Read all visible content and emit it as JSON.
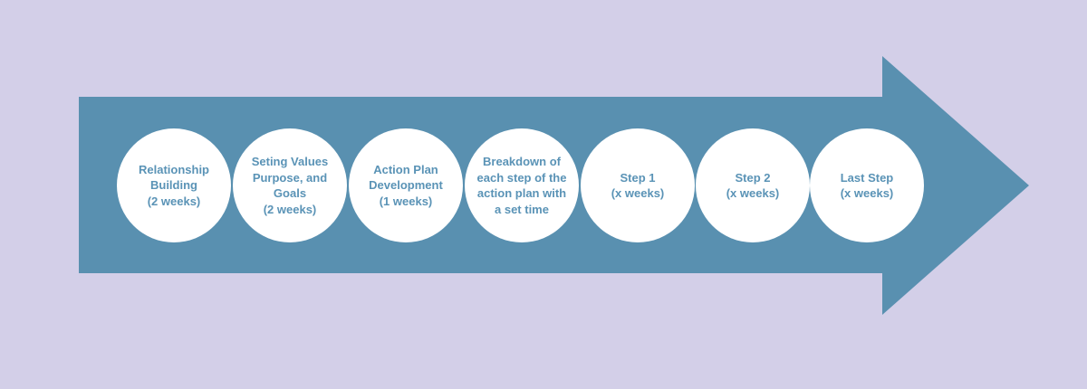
{
  "colors": {
    "background": "#d3cfe8",
    "arrow": "#5990b0",
    "circle": "#ffffff",
    "text": "#5a93b6"
  },
  "steps": [
    {
      "label": "Relationship\nBuilding\n(2 weeks)"
    },
    {
      "label": "Seting Values\nPurpose, and\nGoals\n(2 weeks)"
    },
    {
      "label": "Action Plan\nDevelopment\n(1 weeks)"
    },
    {
      "label": "Breakdown of\neach step of the\naction plan with\na set time"
    },
    {
      "label": "Step 1\n(x weeks)"
    },
    {
      "label": "Step 2\n(x weeks)"
    },
    {
      "label": "Last Step\n(x weeks)"
    }
  ]
}
